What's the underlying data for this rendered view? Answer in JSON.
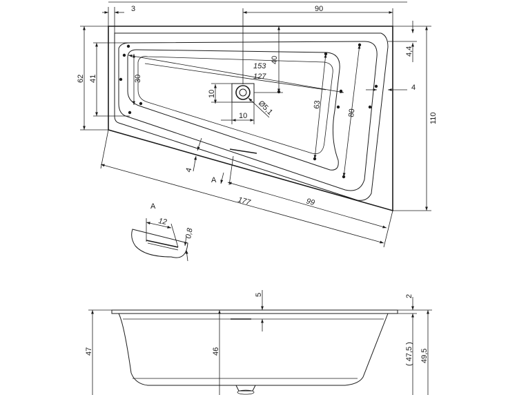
{
  "plan_view": {
    "dimensions": {
      "width_top": "90",
      "offset_left": "3",
      "rim_right": "4,4",
      "rim_inner_right": "4",
      "height_total": "110",
      "height_left_outer": "62",
      "height_left_inner": "41",
      "inner_left_width": "30",
      "drain_from_top": "40",
      "inner_diagonal_long": "153",
      "inner_diagonal_short": "127",
      "drain_y": "10",
      "drain_x": "10",
      "drain_diameter": "Ø5,1",
      "inner_right_mid": "63",
      "inner_right_outer": "80",
      "rim_front": "4",
      "length_total": "177",
      "length_partial": "99",
      "section_marker": "A"
    }
  },
  "detail_a": {
    "title": "A",
    "dim_width": "12",
    "dim_thickness": "0,8"
  },
  "side_view": {
    "dimensions": {
      "height_outer": "47",
      "height_inner": "46",
      "overflow_depth": "5",
      "rim_top": "2",
      "depth_inner": "( 47,5 )",
      "height_total": "49,5"
    }
  }
}
